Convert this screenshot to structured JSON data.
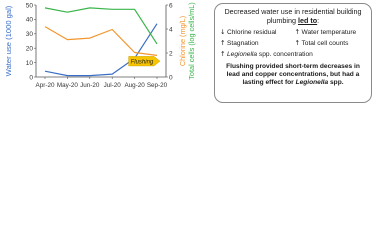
{
  "colors": {
    "water_use": "#3a6fc7",
    "chlorine": "#f2962e",
    "total_cells": "#39b54a",
    "flushing_arrow": "#f7c400",
    "axis": "#555555"
  },
  "chart_data": {
    "type": "line",
    "categories": [
      "Apr-20",
      "May-20",
      "Jun-20",
      "Jul-20",
      "Aug-20",
      "Sep-20"
    ],
    "xlabel": "",
    "ylabel": "Water use (1000 gal)",
    "ylim": [
      0,
      50
    ],
    "yticks": [
      0,
      10,
      20,
      30,
      40,
      50
    ],
    "right_axes": [
      {
        "label": "Chlorine (mg/L)",
        "color": "#f2962e"
      },
      {
        "label": "Total cells (log cells/mL)",
        "color": "#39b54a"
      }
    ],
    "right_ticks": [
      "0",
      "2",
      "4",
      "6"
    ],
    "series": [
      {
        "values": [
          4,
          1,
          1,
          2,
          13,
          37
        ]
      },
      {
        "values": [
          35,
          26,
          27,
          33,
          17,
          15
        ]
      },
      {
        "values": [
          48,
          45,
          48,
          47,
          47,
          23
        ]
      }
    ],
    "annotation": {
      "label": "Flushing",
      "from_index": 4,
      "to_index": 5
    },
    "grid": false
  },
  "summary": {
    "heading_prefix": "Decreased water use in residential building plumbing ",
    "heading_lead": "led to",
    "heading_suffix": ":",
    "effects": [
      {
        "arrow": "↓",
        "text": "Chlorine residual"
      },
      {
        "arrow": "↑",
        "text": "Water temperature"
      },
      {
        "arrow": "↑",
        "text": "Stagnation"
      },
      {
        "arrow": "↑",
        "text": "Total cell counts"
      },
      {
        "arrow": "↑",
        "text_italic": "Legionella",
        "text": " spp. concentration"
      }
    ],
    "conclusion_prefix": "Flushing provided short-term decreases in lead and copper concentrations, but had a lasting effect for ",
    "conclusion_italic": "Legionella",
    "conclusion_suffix": " spp."
  }
}
